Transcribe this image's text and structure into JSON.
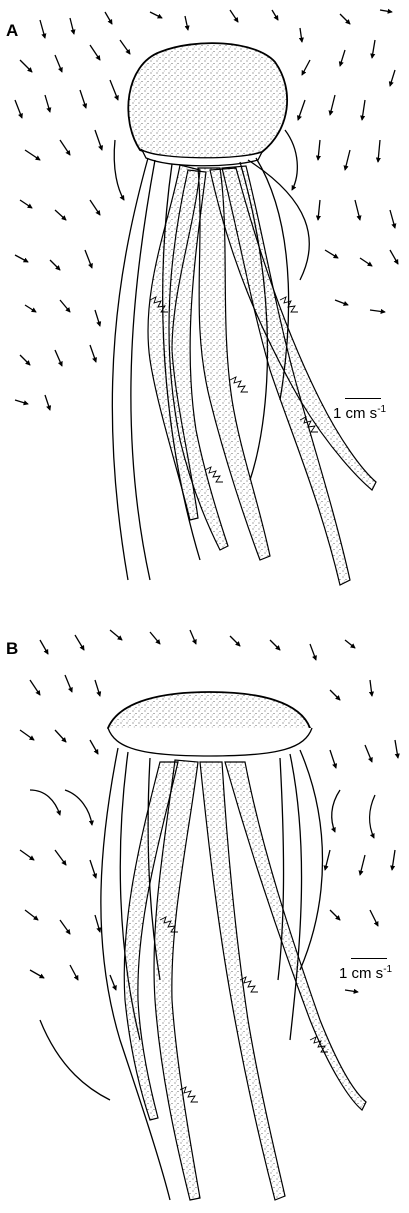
{
  "figure": {
    "panels": [
      {
        "label": "A",
        "scale_text": "1 cm s",
        "scale_exponent": "-1"
      },
      {
        "label": "B",
        "scale_text": "1 cm s",
        "scale_exponent": "-1"
      }
    ]
  }
}
